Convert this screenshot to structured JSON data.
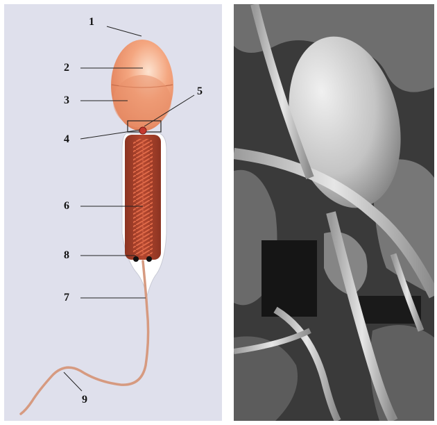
{
  "labels": {
    "l1": "1",
    "l2": "2",
    "l3": "3",
    "l4": "4",
    "l5": "5",
    "l6": "6",
    "l7": "7",
    "l8": "8",
    "l9": "9"
  },
  "colors": {
    "diagram_background": "#dfe0ec",
    "acrosome": "#f0a480",
    "nucleus": "#e8906a",
    "midpiece": "#a8442e",
    "mitochondria": "#c8563c",
    "tail": "#d59a7e",
    "photo_background": "#2a2a2a"
  }
}
